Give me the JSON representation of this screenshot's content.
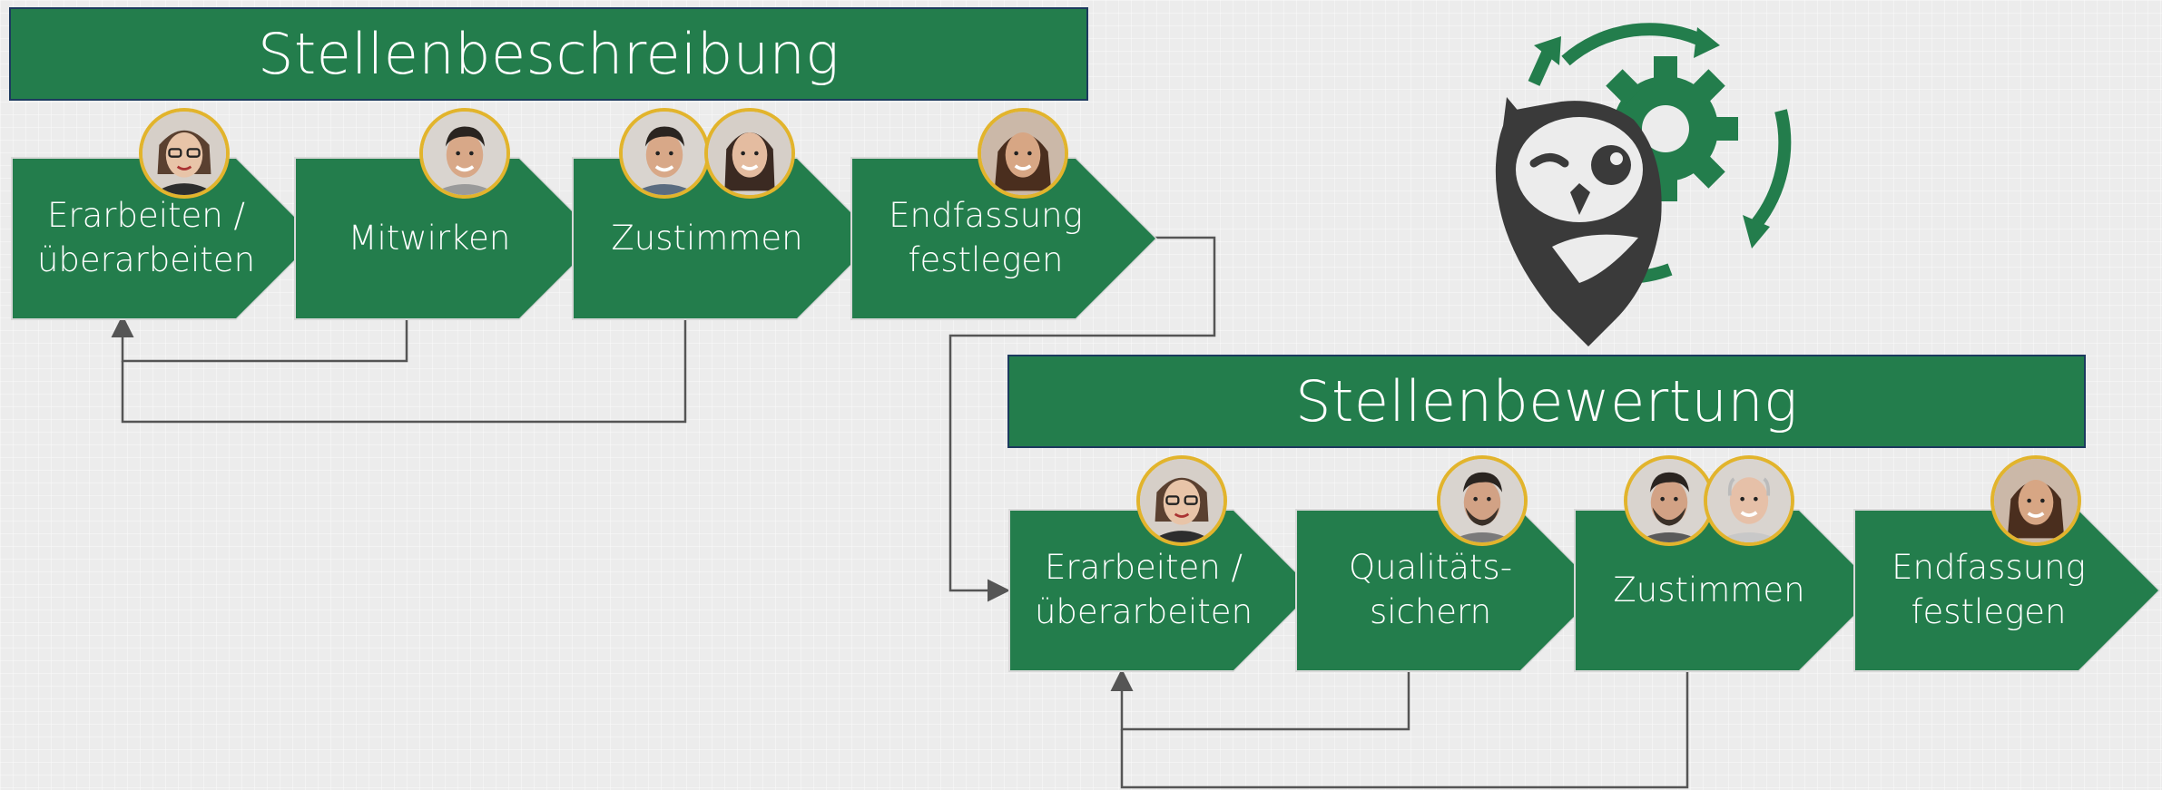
{
  "sections": [
    {
      "title": "Stellenbeschreibung",
      "steps": [
        {
          "label": "Erarbeiten /\nüberarbeiten",
          "avatars": [
            "person-woman-glasses-avatar"
          ]
        },
        {
          "label": "Mitwirken",
          "avatars": [
            "person-man-avatar"
          ]
        },
        {
          "label": "Zustimmen",
          "avatars": [
            "person-man-avatar",
            "person-woman-avatar"
          ]
        },
        {
          "label": "Endfassung\nfestlegen",
          "avatars": [
            "person-woman-avatar"
          ]
        }
      ]
    },
    {
      "title": "Stellenbewertung",
      "steps": [
        {
          "label": "Erarbeiten /\nüberarbeiten",
          "avatars": [
            "person-woman-glasses-avatar"
          ]
        },
        {
          "label": "Qualitäts-\nsichern",
          "avatars": [
            "person-man-beard-avatar"
          ]
        },
        {
          "label": "Zustimmen",
          "avatars": [
            "person-man-beard-avatar",
            "person-man-bald-avatar"
          ]
        },
        {
          "label": "Endfassung\nfestlegen",
          "avatars": [
            "person-woman-avatar"
          ]
        }
      ]
    }
  ],
  "colors": {
    "accent": "#237d4c",
    "banner_border": "#1c3a5e",
    "avatar_ring": "#e2b42c",
    "connector": "#555555",
    "logo_owl": "#3a3a3a"
  },
  "icons": {
    "logo": "owl-gear-cycle-logo"
  }
}
